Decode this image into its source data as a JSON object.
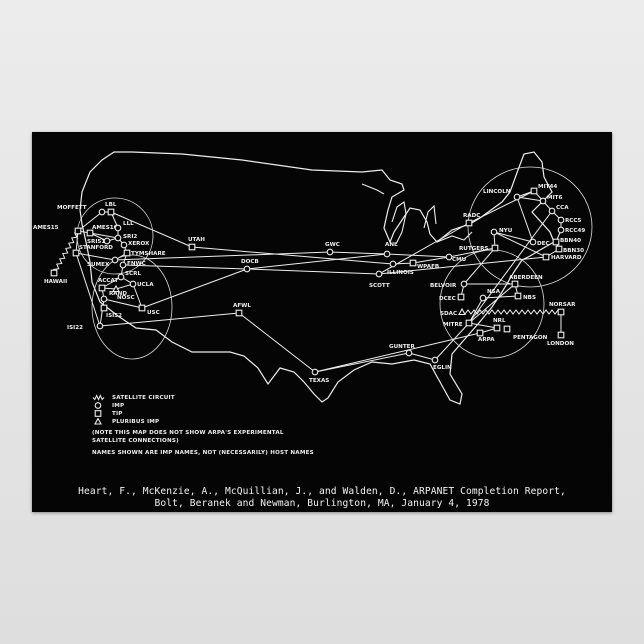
{
  "nodes": [
    {
      "id": "moffett",
      "label": "MOFFETT",
      "type": "imp"
    },
    {
      "id": "lbl",
      "label": "LBL",
      "type": "tip"
    },
    {
      "id": "ames15",
      "label": "AMES15",
      "type": "tip"
    },
    {
      "id": "ames16",
      "label": "AMES16",
      "type": "tip"
    },
    {
      "id": "lll",
      "label": "LLL",
      "type": "imp"
    },
    {
      "id": "sri2",
      "label": "SRI2",
      "type": "imp"
    },
    {
      "id": "sri51",
      "label": "SRI51",
      "type": "imp"
    },
    {
      "id": "xerox",
      "label": "XEROX",
      "type": "imp"
    },
    {
      "id": "stanford",
      "label": "STANFORD",
      "type": "tip"
    },
    {
      "id": "tymshare",
      "label": "TYMSHARE",
      "type": "tip"
    },
    {
      "id": "sumex",
      "label": "SUMEX",
      "type": "imp"
    },
    {
      "id": "fnwc",
      "label": "FNWC",
      "type": "imp"
    },
    {
      "id": "hawaii",
      "label": "HAWAII",
      "type": "tip"
    },
    {
      "id": "scrl",
      "label": "SCRL",
      "type": "imp"
    },
    {
      "id": "ucla",
      "label": "UCLA",
      "type": "imp"
    },
    {
      "id": "accat",
      "label": "ACCAT",
      "type": "tip"
    },
    {
      "id": "nosc",
      "label": "NOSC",
      "type": "pluribus"
    },
    {
      "id": "rand",
      "label": "RAND",
      "type": "imp"
    },
    {
      "id": "isi52",
      "label": "ISI52",
      "type": "tip"
    },
    {
      "id": "usc",
      "label": "USC",
      "type": "tip"
    },
    {
      "id": "isi22",
      "label": "ISI22",
      "type": "imp"
    },
    {
      "id": "utah",
      "label": "UTAH",
      "type": "tip"
    },
    {
      "id": "docb",
      "label": "DOCB",
      "type": "imp"
    },
    {
      "id": "afwl",
      "label": "AFWL",
      "type": "tip"
    },
    {
      "id": "gwc",
      "label": "GWC",
      "type": "imp"
    },
    {
      "id": "anl",
      "label": "ANL",
      "type": "imp"
    },
    {
      "id": "illinois",
      "label": "ILLINOIS",
      "type": "imp"
    },
    {
      "id": "scott",
      "label": "SCOTT",
      "type": "imp"
    },
    {
      "id": "wpafb",
      "label": "WPAFB",
      "type": "tip"
    },
    {
      "id": "texas",
      "label": "TEXAS",
      "type": "imp"
    },
    {
      "id": "cmu",
      "label": "CMU",
      "type": "imp"
    },
    {
      "id": "radc",
      "label": "RADC",
      "type": "tip"
    },
    {
      "id": "lincoln",
      "label": "LINCOLN",
      "type": "imp"
    },
    {
      "id": "mit44",
      "label": "MIT44",
      "type": "tip"
    },
    {
      "id": "mit6",
      "label": "MIT6",
      "type": "imp"
    },
    {
      "id": "cca",
      "label": "CCA",
      "type": "imp"
    },
    {
      "id": "rcc5",
      "label": "RCC5",
      "type": "imp"
    },
    {
      "id": "rcc49",
      "label": "RCC49",
      "type": "imp"
    },
    {
      "id": "nyu",
      "label": "NYU",
      "type": "imp"
    },
    {
      "id": "dec",
      "label": "DEC",
      "type": "imp"
    },
    {
      "id": "bbn40",
      "label": "BBN40",
      "type": "tip"
    },
    {
      "id": "bbn30",
      "label": "BBN30",
      "type": "tip"
    },
    {
      "id": "harvard",
      "label": "HARVARD",
      "type": "tip"
    },
    {
      "id": "rutgers",
      "label": "RUTGERS",
      "type": "tip"
    },
    {
      "id": "aberdeen",
      "label": "ABERDEEN",
      "type": "tip"
    },
    {
      "id": "belvoir",
      "label": "BELVOIR",
      "type": "imp"
    },
    {
      "id": "dcec",
      "label": "DCEC",
      "type": "tip"
    },
    {
      "id": "nsa",
      "label": "NSA",
      "type": "imp"
    },
    {
      "id": "nbs",
      "label": "NBS",
      "type": "tip"
    },
    {
      "id": "sdac",
      "label": "SDAC",
      "type": "pluribus"
    },
    {
      "id": "norsar",
      "label": "NORSAR",
      "type": "tip"
    },
    {
      "id": "mitre",
      "label": "MITRE",
      "type": "tip"
    },
    {
      "id": "nrl",
      "label": "NRL",
      "type": "tip"
    },
    {
      "id": "arpa",
      "label": "ARPA",
      "type": "tip"
    },
    {
      "id": "pentagon",
      "label": "PENTAGON",
      "type": "tip"
    },
    {
      "id": "london",
      "label": "LONDON",
      "type": "tip"
    },
    {
      "id": "gunter",
      "label": "GUNTER",
      "type": "imp"
    },
    {
      "id": "eglin",
      "label": "EGLIN",
      "type": "imp"
    }
  ],
  "links": [
    [
      "lbl",
      "moffett"
    ],
    [
      "lbl",
      "lll"
    ],
    [
      "lbl",
      "utah"
    ],
    [
      "moffett",
      "ames15"
    ],
    [
      "ames15",
      "ames16"
    ],
    [
      "ames16",
      "sri2"
    ],
    [
      "lll",
      "sri2"
    ],
    [
      "sri2",
      "sri51"
    ],
    [
      "sri51",
      "ames16"
    ],
    [
      "sri2",
      "xerox"
    ],
    [
      "xerox",
      "tymshare"
    ],
    [
      "tymshare",
      "sumex"
    ],
    [
      "sumex",
      "stanford"
    ],
    [
      "stanford",
      "ames15"
    ],
    [
      "tymshare",
      "fnwc"
    ],
    [
      "fnwc",
      "scrl"
    ],
    [
      "scrl",
      "ucla"
    ],
    [
      "ucla",
      "nosc"
    ],
    [
      "nosc",
      "accat"
    ],
    [
      "accat",
      "rand"
    ],
    [
      "rand",
      "usc"
    ],
    [
      "usc",
      "docb"
    ],
    [
      "accat",
      "scrl"
    ],
    [
      "ucla",
      "usc"
    ],
    [
      "isi22",
      "afwl"
    ],
    [
      "isi22",
      "rand"
    ],
    [
      "stanford",
      "isi22"
    ],
    [
      "utah",
      "illinois"
    ],
    [
      "fnwc",
      "docb"
    ],
    [
      "docb",
      "anl"
    ],
    [
      "sumex",
      "gwc"
    ],
    [
      "gwc",
      "anl"
    ],
    [
      "anl",
      "cmu"
    ],
    [
      "illinois",
      "wpafb"
    ],
    [
      "wpafb",
      "cmu"
    ],
    [
      "scott",
      "harvard"
    ],
    [
      "scott",
      "radc"
    ],
    [
      "afwl",
      "texas"
    ],
    [
      "texas",
      "gunter"
    ],
    [
      "gunter",
      "eglin"
    ],
    [
      "eglin",
      "mitre"
    ],
    [
      "texas",
      "arpa"
    ],
    [
      "cmu",
      "rutgers"
    ],
    [
      "radc",
      "mit44"
    ],
    [
      "lincoln",
      "mit44"
    ],
    [
      "lincoln",
      "mit6"
    ],
    [
      "mit44",
      "mit6"
    ],
    [
      "mit6",
      "cca"
    ],
    [
      "cca",
      "rcc5"
    ],
    [
      "rcc5",
      "rcc49"
    ],
    [
      "rcc49",
      "bbn40"
    ],
    [
      "bbn40",
      "bbn30"
    ],
    [
      "bbn30",
      "harvard"
    ],
    [
      "nyu",
      "harvard"
    ],
    [
      "nyu",
      "rutgers"
    ],
    [
      "lincoln",
      "dec"
    ],
    [
      "dec",
      "nyu"
    ],
    [
      "rutgers",
      "belvoir"
    ],
    [
      "belvoir",
      "aberdeen"
    ],
    [
      "aberdeen",
      "nbs"
    ],
    [
      "nbs",
      "nsa"
    ],
    [
      "nsa",
      "mitre"
    ],
    [
      "belvoir",
      "dcec"
    ],
    [
      "mitre",
      "nrl"
    ],
    [
      "nrl",
      "arpa"
    ],
    [
      "mitre",
      "cca"
    ],
    [
      "norsar",
      "london"
    ],
    [
      "mitre",
      "aberdeen"
    ],
    [
      "docb",
      "scott"
    ]
  ],
  "satellite_links": [
    [
      "ames15",
      "hawaii"
    ],
    [
      "sdac",
      "norsar"
    ]
  ],
  "legend": {
    "items": [
      {
        "symbol": "satellite",
        "label": "SATELLITE CIRCUIT"
      },
      {
        "symbol": "imp",
        "label": "IMP"
      },
      {
        "symbol": "tip",
        "label": "TIP"
      },
      {
        "symbol": "pluribus",
        "label": "PLURIBUS IMP"
      }
    ],
    "note1": "(NOTE  THIS MAP DOES NOT SHOW ARPA'S EXPERIMENTAL",
    "note2": " SATELLITE CONNECTIONS)",
    "note3": "NAMES SHOWN ARE IMP NAMES, NOT (NECESSARILY) HOST NAMES"
  },
  "caption": {
    "line1": "Heart, F., McKenzie, A., McQuillian, J., and Walden, D., ARPANET Completion Report,",
    "line2": "Bolt, Beranek and Newman, Burlington, MA, January 4, 1978"
  },
  "colors": {
    "background": "#050505",
    "ink": "#f0f0f0",
    "frame": "#e4e4e4"
  }
}
